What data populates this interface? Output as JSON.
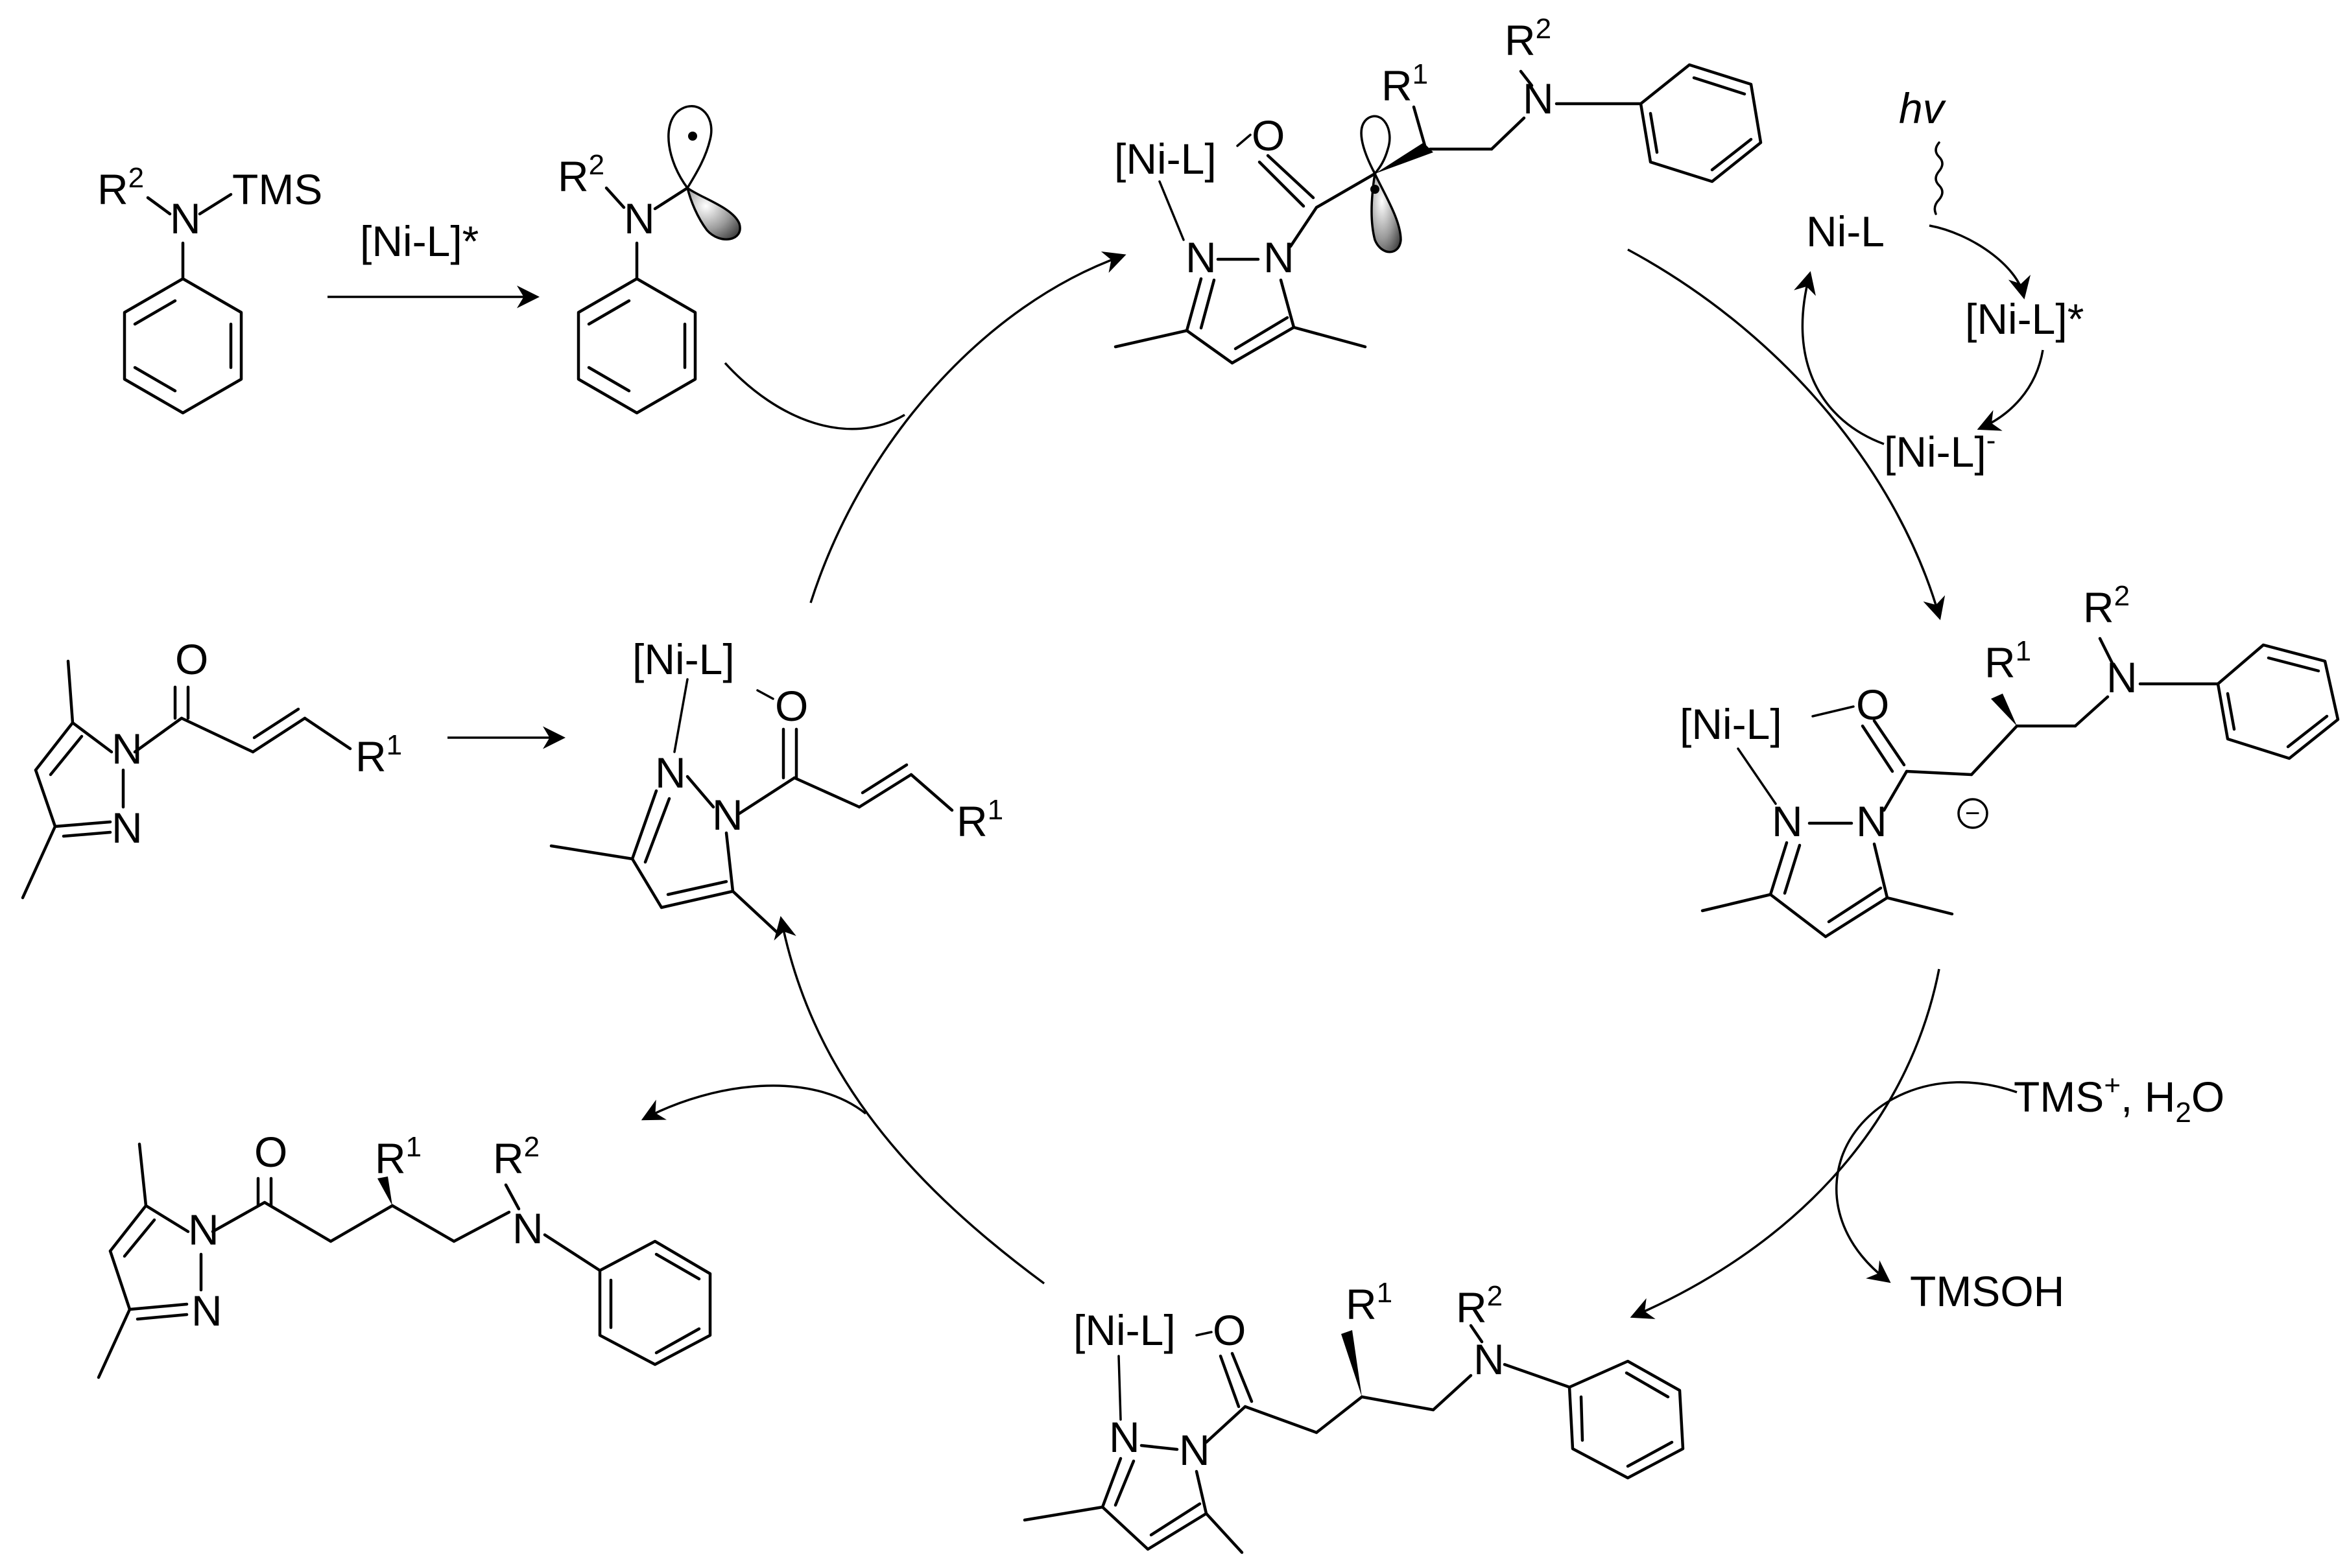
{
  "scheme": {
    "labels": {
      "ni_l_star": "[Ni-L]*",
      "ni_l": "Ni-L",
      "ni_l_bracket": "[Ni-L]",
      "ni_l_minus_sup": "-",
      "star": "*",
      "hv": "hv",
      "tms_plus": "TMS",
      "tms_plus_sup": "+",
      "comma_water": ", H",
      "water_sub": "2",
      "water_o": "O",
      "tmsoh": "TMSOH",
      "tms": "TMS",
      "n": "N",
      "o": "O",
      "r": "R",
      "r1_sup": "1",
      "r2_sup": "2",
      "minus_charge": "−"
    }
  }
}
